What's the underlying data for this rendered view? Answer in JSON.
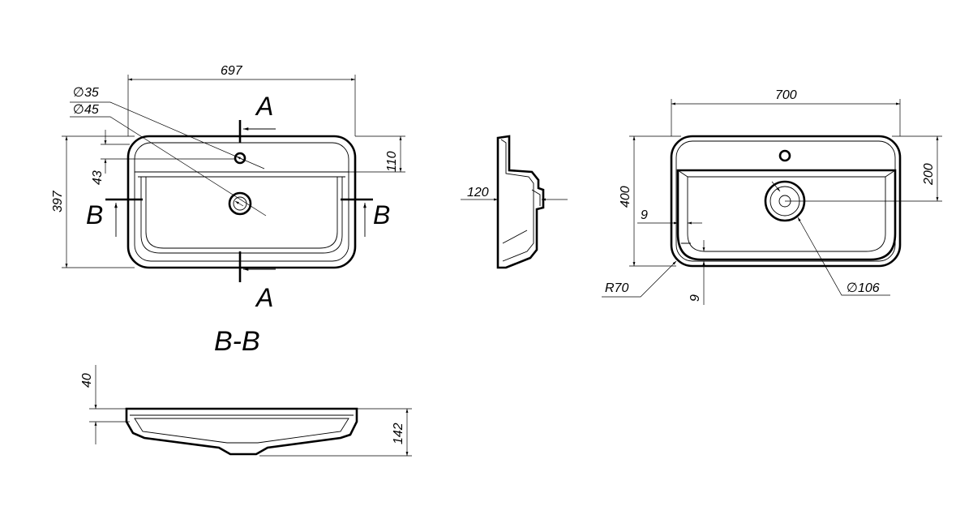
{
  "top_view": {
    "width_dim": "697",
    "height_dim": "397",
    "diam_small": "∅35",
    "diam_large": "∅45",
    "dim_43": "43",
    "dim_110": "110",
    "section_a_top": "A",
    "section_a_bottom": "A",
    "section_b_left": "B",
    "section_b_right": "B"
  },
  "side_view": {
    "depth_dim": "120"
  },
  "right_view": {
    "width_dim": "700",
    "height_dim": "400",
    "dim_200": "200",
    "dim_9_left": "9",
    "dim_9_bottom": "9",
    "radius": "R70",
    "drain_diam": "∅106"
  },
  "section_bb": {
    "title": "B-B",
    "dim_40": "40",
    "dim_142": "142"
  }
}
